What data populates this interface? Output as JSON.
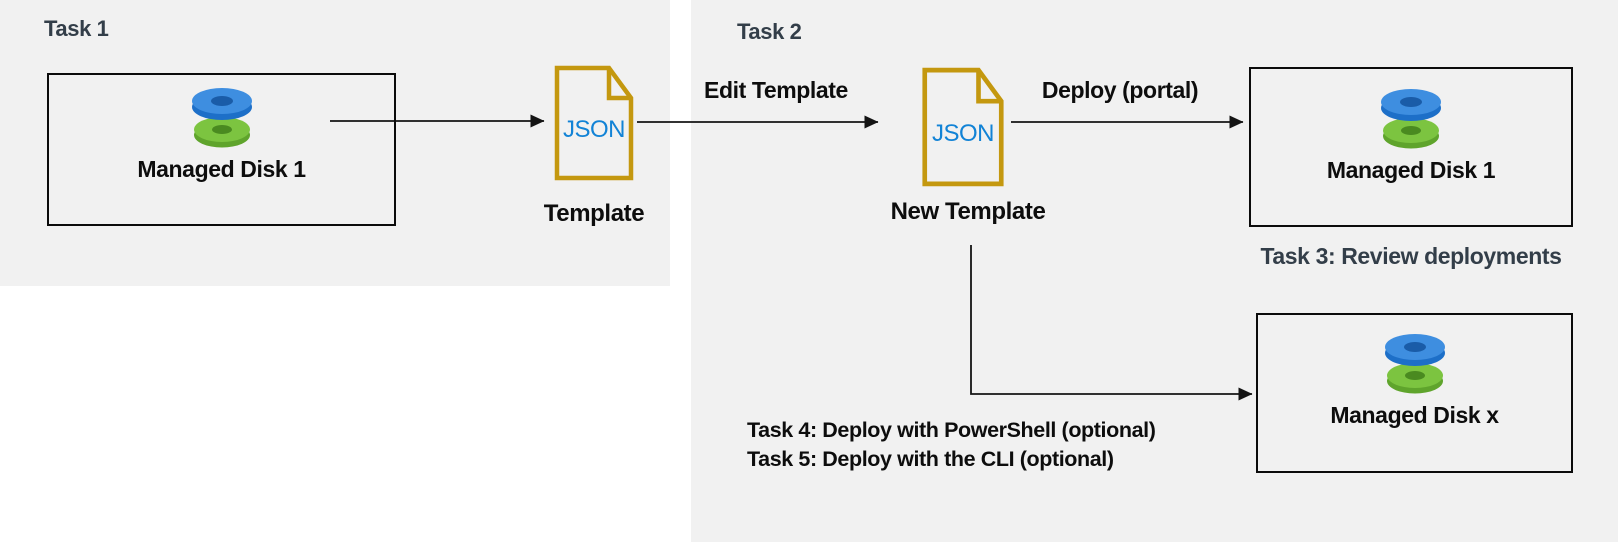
{
  "diagram": {
    "task1": {
      "header": "Task 1",
      "source_disk": {
        "label": "Managed Disk 1"
      },
      "template": {
        "file_type": "JSON",
        "caption": "Template"
      }
    },
    "task2": {
      "header": "Task 2",
      "edit_arrow_label": "Edit Template",
      "new_template": {
        "file_type": "JSON",
        "caption": "New Template"
      },
      "deploy_arrow_label": "Deploy (portal)",
      "deployed_disk": {
        "label": "Managed Disk 1"
      },
      "disk_x": {
        "label": "Managed Disk x"
      }
    },
    "annotations": {
      "task3": "Task 3: Review deployments",
      "task4": "Task 4: Deploy with PowerShell (optional)",
      "task5": "Task 5: Deploy with the CLI (optional)"
    },
    "colors": {
      "panel_bg": "#F1F1F1",
      "task_header_text": "#333E49",
      "label_text": "#0D0D0D",
      "json_doc_gold": "#C4980F",
      "json_text_blue": "#1283D6",
      "disk_blue_top": "#3E8EE0",
      "disk_blue_side": "#1D6FC8",
      "disk_green_top": "#7CC440",
      "disk_green_side": "#5FA42C",
      "arrow_black": "#141414"
    }
  }
}
